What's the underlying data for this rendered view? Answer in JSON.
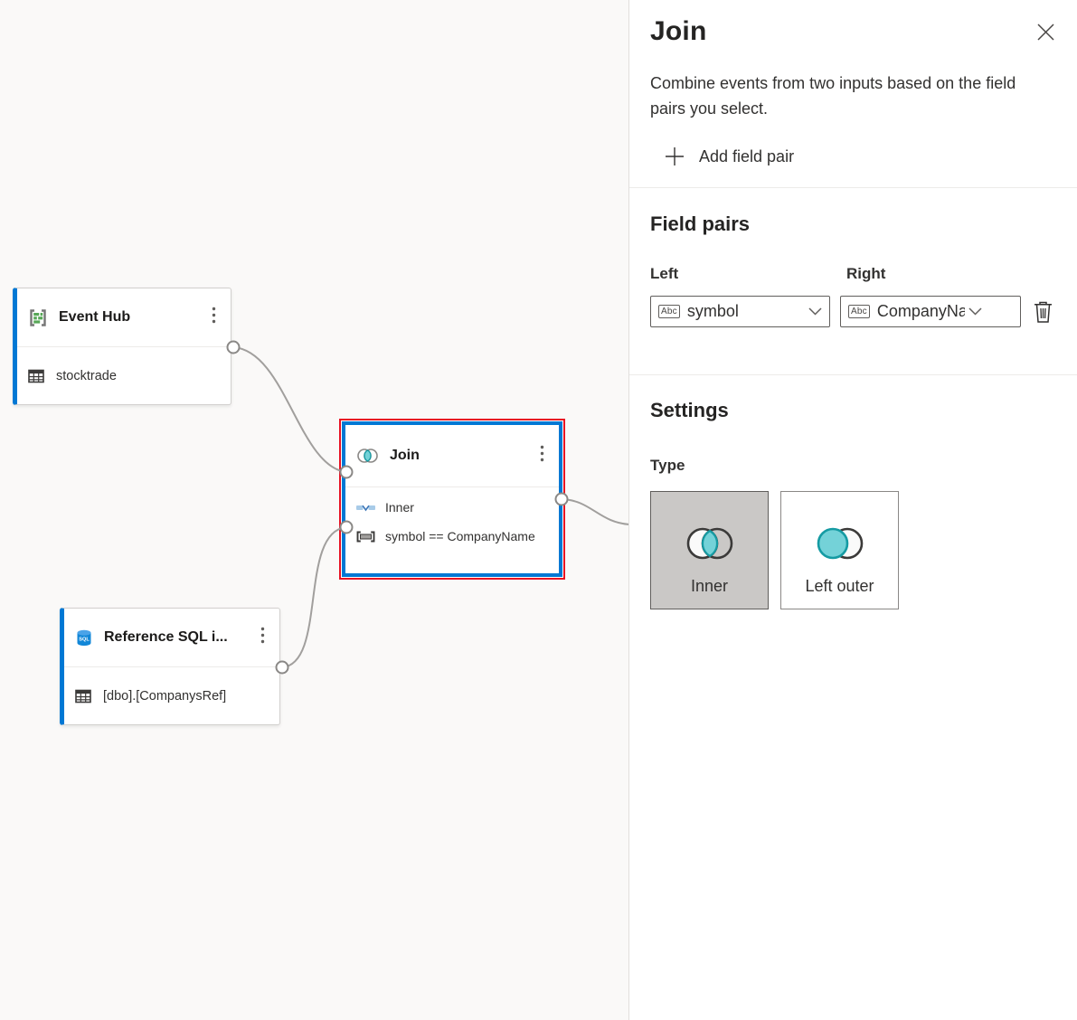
{
  "canvas": {
    "event_hub": {
      "title": "Event Hub",
      "table": "stocktrade"
    },
    "join_node": {
      "title": "Join",
      "type": "Inner",
      "condition": "symbol == CompanyName"
    },
    "reference_sql": {
      "title": "Reference SQL i...",
      "icon_label": "SQL",
      "table": "[dbo].[CompanysRef]"
    }
  },
  "panel": {
    "title": "Join",
    "description": "Combine events from two inputs based on the field pairs you select.",
    "add_field_pair": "Add field pair",
    "field_pairs": {
      "heading": "Field pairs",
      "left_label": "Left",
      "right_label": "Right",
      "left_value": "symbol",
      "right_value": "CompanyName",
      "type_badge": "Abc"
    },
    "settings": {
      "heading": "Settings",
      "type_label": "Type",
      "inner_option": "Inner",
      "left_outer_option": "Left outer"
    }
  },
  "colors": {
    "accent_blue": "#0078d4",
    "selection_red": "#e81123",
    "teal_fill": "#74d2d8",
    "teal_stroke": "#159ba3",
    "connector_gray": "#a19f9d"
  }
}
